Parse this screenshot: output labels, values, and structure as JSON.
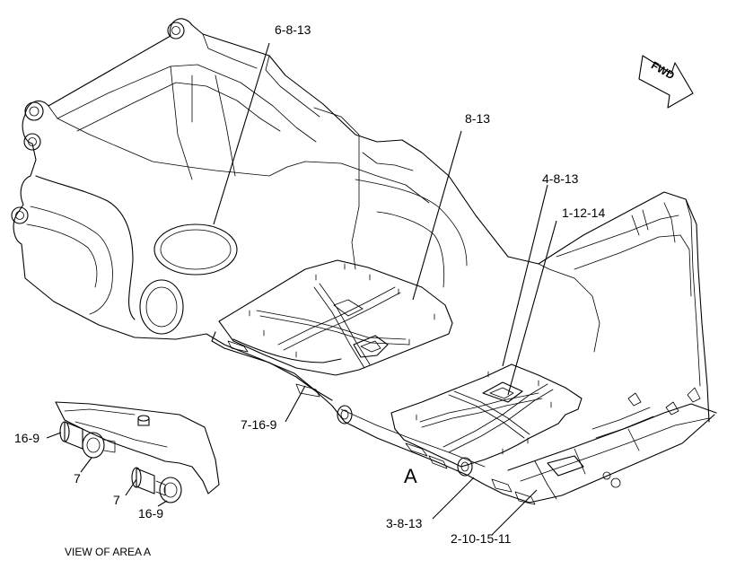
{
  "orientation": {
    "label": "FWD"
  },
  "callouts": {
    "c1": "6-8-13",
    "c2": "8-13",
    "c3": "4-8-13",
    "c4": "1-12-14",
    "c5": "7-16-9",
    "c6": "3-8-13",
    "c7": "2-10-15-11"
  },
  "area_marker": "A",
  "detail_view": {
    "caption": "VIEW OF AREA  A",
    "labels": {
      "d1": "16-9",
      "d2": "7",
      "d3": "7",
      "d4": "16-9"
    }
  }
}
